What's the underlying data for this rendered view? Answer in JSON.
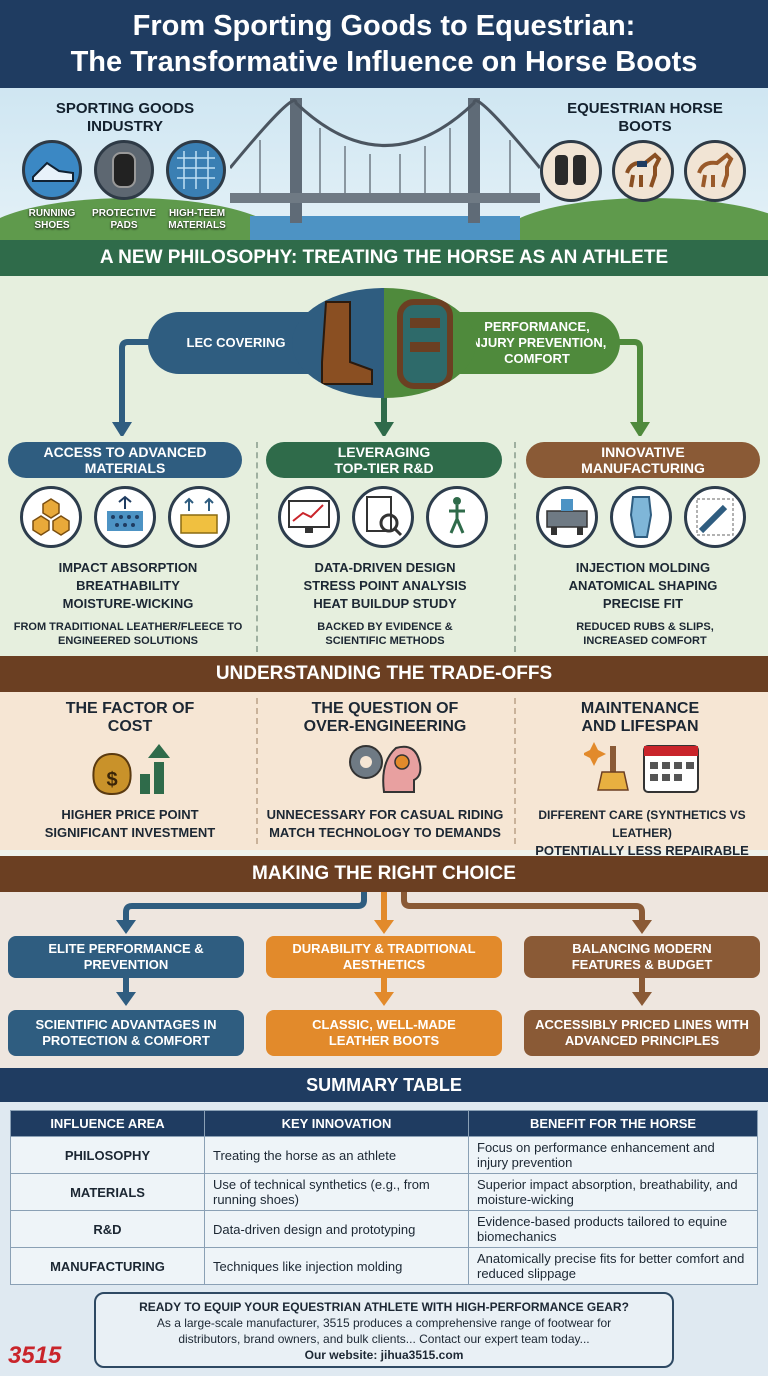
{
  "header": {
    "title_line1": "From Sporting Goods to Equestrian:",
    "title_line2": "The Transformative Influence on Horse Boots"
  },
  "bridge": {
    "left_title": "SPORTING GOODS INDUSTRY",
    "right_title": "EQUESTRIAN HORSE BOOTS",
    "left_items": [
      {
        "label": "RUNNING SHOES",
        "icon": "running-shoe-icon"
      },
      {
        "label": "PROTECTIVE PADS",
        "icon": "protective-pad-icon"
      },
      {
        "label": "HIGH-TEEM MATERIALS",
        "icon": "materials-mesh-icon"
      }
    ],
    "right_items": [
      {
        "icon": "horse-boots-icon"
      },
      {
        "icon": "horse-with-saddle-icon"
      },
      {
        "icon": "horse-icon"
      }
    ]
  },
  "philosophy": {
    "band": "A NEW PHILOSOPHY: TREATING THE HORSE AS AN ATHLETE",
    "left_pill": "LEC COVERING",
    "right_pill": "PERFORMANCE, INJURY PREVENTION, COMFORT",
    "columns": [
      {
        "head": "ACCESS TO ADVANCED MATERIALS",
        "icons": [
          "honeycomb-icon",
          "breathable-mesh-icon",
          "moisture-wicking-icon"
        ],
        "features": [
          "IMPACT ABSORPTION",
          "BREATHABILITY",
          "MOISTURE-WICKING"
        ],
        "note": "FROM TRADITIONAL LEATHER/FLEECE TO ENGINEERED SOLUTIONS"
      },
      {
        "head": "LEVERAGING TOP-TIER R&D",
        "icons": [
          "chart-monitor-icon",
          "magnifier-report-icon",
          "walking-figure-icon"
        ],
        "features": [
          "DATA-DRIVEN DESIGN",
          "STRESS POINT ANALYSIS",
          "HEAT BUILDUP STUDY"
        ],
        "note": "BACKED BY EVIDENCE & SCIENTIFIC METHODS"
      },
      {
        "head": "INNOVATIVE MANUFACTURING",
        "icons": [
          "injection-machine-icon",
          "anatomical-form-icon",
          "precision-tool-icon"
        ],
        "features": [
          "INJECTION MOLDING",
          "ANATOMICAL SHAPING",
          "PRECISE FIT"
        ],
        "note": "REDUCED RUBS & SLIPS, INCREASED COMFORT"
      }
    ]
  },
  "tradeoffs": {
    "band": "UNDERSTANDING THE TRADE-OFFS",
    "columns": [
      {
        "head": "THE FACTOR OF COST",
        "icon": "money-bag-icon",
        "lines": [
          "HIGHER PRICE POINT",
          "SIGNIFICANT INVESTMENT"
        ]
      },
      {
        "head": "THE QUESTION OF OVER-ENGINEERING",
        "icon": "gear-head-icon",
        "lines": [
          "UNNECESSARY FOR CASUAL RIDING",
          "MATCH TECHNOLOGY TO DEMANDS"
        ]
      },
      {
        "head": "MAINTENANCE AND LIFESPAN",
        "icon": "cleaning-calendar-icon",
        "lines": [
          "DIFFERENT CARE (SYNTHETICS VS LEATHER)",
          "POTENTIALLY LESS REPAIRABLE"
        ]
      }
    ]
  },
  "choice": {
    "band": "MAKING THE RIGHT CHOICE",
    "options": [
      {
        "top": "ELITE PERFORMANCE & PREVENTION",
        "bottom": "SCIENTIFIC ADVANTAGES IN PROTECTION & COMFORT",
        "color": "#2f5d80"
      },
      {
        "top": "DURABILITY & TRADITIONAL AESTHETICS",
        "bottom": "CLASSIC, WELL-MADE LEATHER BOOTS",
        "color": "#e28a2b"
      },
      {
        "top": "BALANCING MODERN FEATURES & BUDGET",
        "bottom": "ACCESSIBLY PRICED LINES WITH ADVANCED PRINCIPLES",
        "color": "#8a5a36"
      }
    ]
  },
  "summary": {
    "band": "SUMMARY TABLE",
    "headers": [
      "INFLUENCE AREA",
      "KEY INNOVATION",
      "BENEFIT FOR THE HORSE"
    ],
    "rows": [
      [
        "PHILOSOPHY",
        "Treating the horse as an athlete",
        "Focus on performance enhancement and injury prevention"
      ],
      [
        "MATERIALS",
        "Use of technical synthetics (e.g., from running shoes)",
        "Superior impact absorption, breathability, and moisture-wicking"
      ],
      [
        "R&D",
        "Data-driven design and prototyping",
        "Evidence-based products tailored to equine biomechanics"
      ],
      [
        "MANUFACTURING",
        "Techniques like injection molding",
        "Anatomically precise fits for better comfort and reduced slippage"
      ]
    ]
  },
  "cta": {
    "question": "READY TO EQUIP YOUR EQUESTRIAN ATHLETE WITH HIGH-PERFORMANCE GEAR?",
    "line1": "As a large-scale manufacturer, 3515 produces a comprehensive range of footwear for",
    "line2": "distributors, brand owners, and bulk clients... Contact our expert team today...",
    "line3": "Our website: jihua3515.com"
  },
  "logo": "3515",
  "colors": {
    "navy": "#1f3c61",
    "green": "#2f6b4a",
    "brown": "#6b3f22",
    "orange": "#e28a2b"
  }
}
